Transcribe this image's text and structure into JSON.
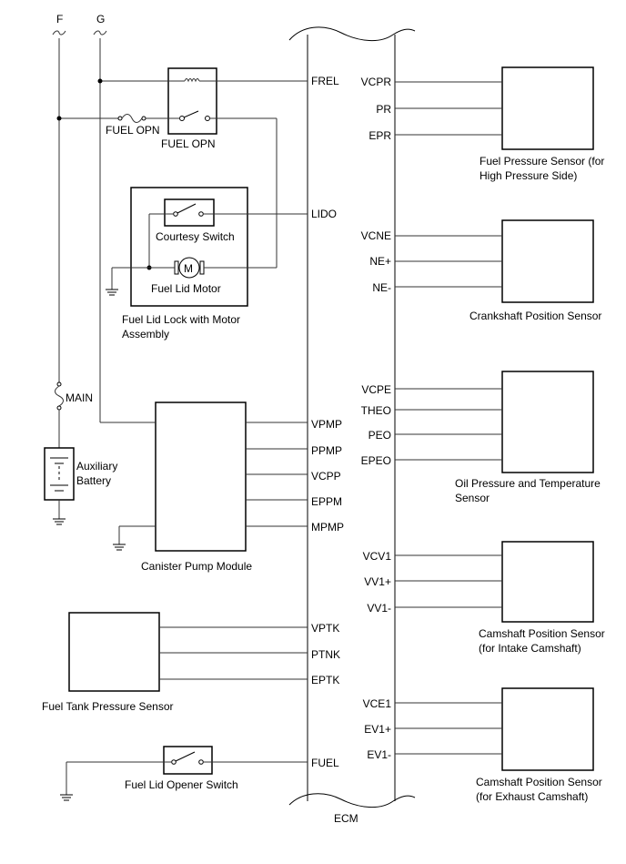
{
  "ecm": {
    "label": "ECM",
    "left_pins": [
      "FREL",
      "LIDO",
      "VPMP",
      "PPMP",
      "VCPP",
      "EPPM",
      "MPMP",
      "VPTK",
      "PTNK",
      "EPTK",
      "FUEL"
    ],
    "right_pins": [
      "VCPR",
      "PR",
      "EPR",
      "VCNE",
      "NE+",
      "NE-",
      "VCPE",
      "THEO",
      "PEO",
      "EPEO",
      "VCV1",
      "VV1+",
      "VV1-",
      "VCE1",
      "EV1+",
      "EV1-"
    ]
  },
  "connectors": {
    "f": "F",
    "g": "G"
  },
  "components": {
    "fuel_opn_fuse": "FUEL OPN",
    "fuel_opn_relay": "FUEL OPN",
    "courtesy_switch": "Courtesy Switch",
    "fuel_lid_motor": "Fuel Lid Motor",
    "motor_symbol": "M",
    "fuel_lid_lock": [
      "Fuel Lid Lock with Motor",
      "Assembly"
    ],
    "main_fuse": "MAIN",
    "auxiliary_battery": [
      "Auxiliary",
      "Battery"
    ],
    "canister_pump_module": "Canister Pump Module",
    "fuel_tank_pressure_sensor": "Fuel Tank Pressure Sensor",
    "fuel_lid_opener_switch": "Fuel Lid Opener Switch",
    "fuel_pressure_sensor": [
      "Fuel Pressure Sensor (for",
      "High Pressure Side)"
    ],
    "crankshaft_position_sensor": "Crankshaft Position Sensor",
    "oil_pressure_temp_sensor": [
      "Oil Pressure and Temperature",
      "Sensor"
    ],
    "camshaft_sensor_intake": [
      "Camshaft Position Sensor",
      "(for Intake Camshaft)"
    ],
    "camshaft_sensor_exhaust": [
      "Camshaft Position Sensor",
      "(for Exhaust Camshaft)"
    ]
  }
}
